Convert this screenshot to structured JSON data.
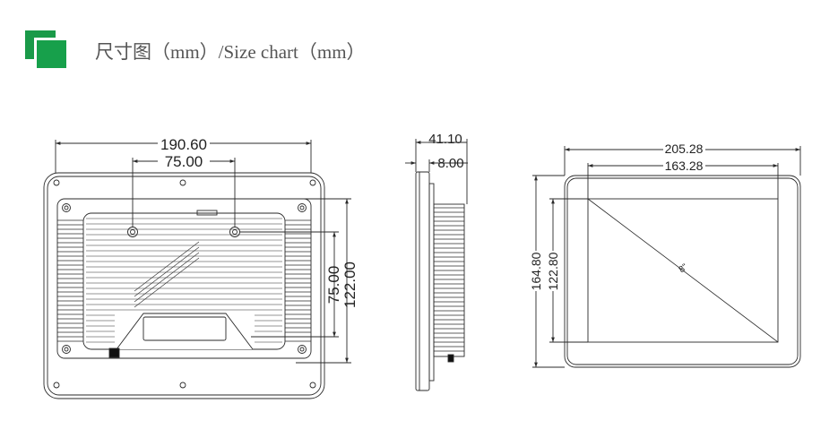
{
  "header": {
    "title": "尺寸图（mm）/Size chart（mm）",
    "logo_colors": {
      "back": "#1a9a49",
      "front": "#17a04b"
    }
  },
  "front_view": {
    "width_overall": "190.60",
    "width_mount": "75.00",
    "height_mount": "75.00",
    "height_overall": "122.00"
  },
  "side_view": {
    "depth_total": "41.10",
    "depth_bezel": "8.00"
  },
  "screen_view": {
    "width_outer": "205.28",
    "width_active": "163.28",
    "height_outer": "164.80",
    "height_active": "122.80",
    "diagonal": "8\""
  }
}
